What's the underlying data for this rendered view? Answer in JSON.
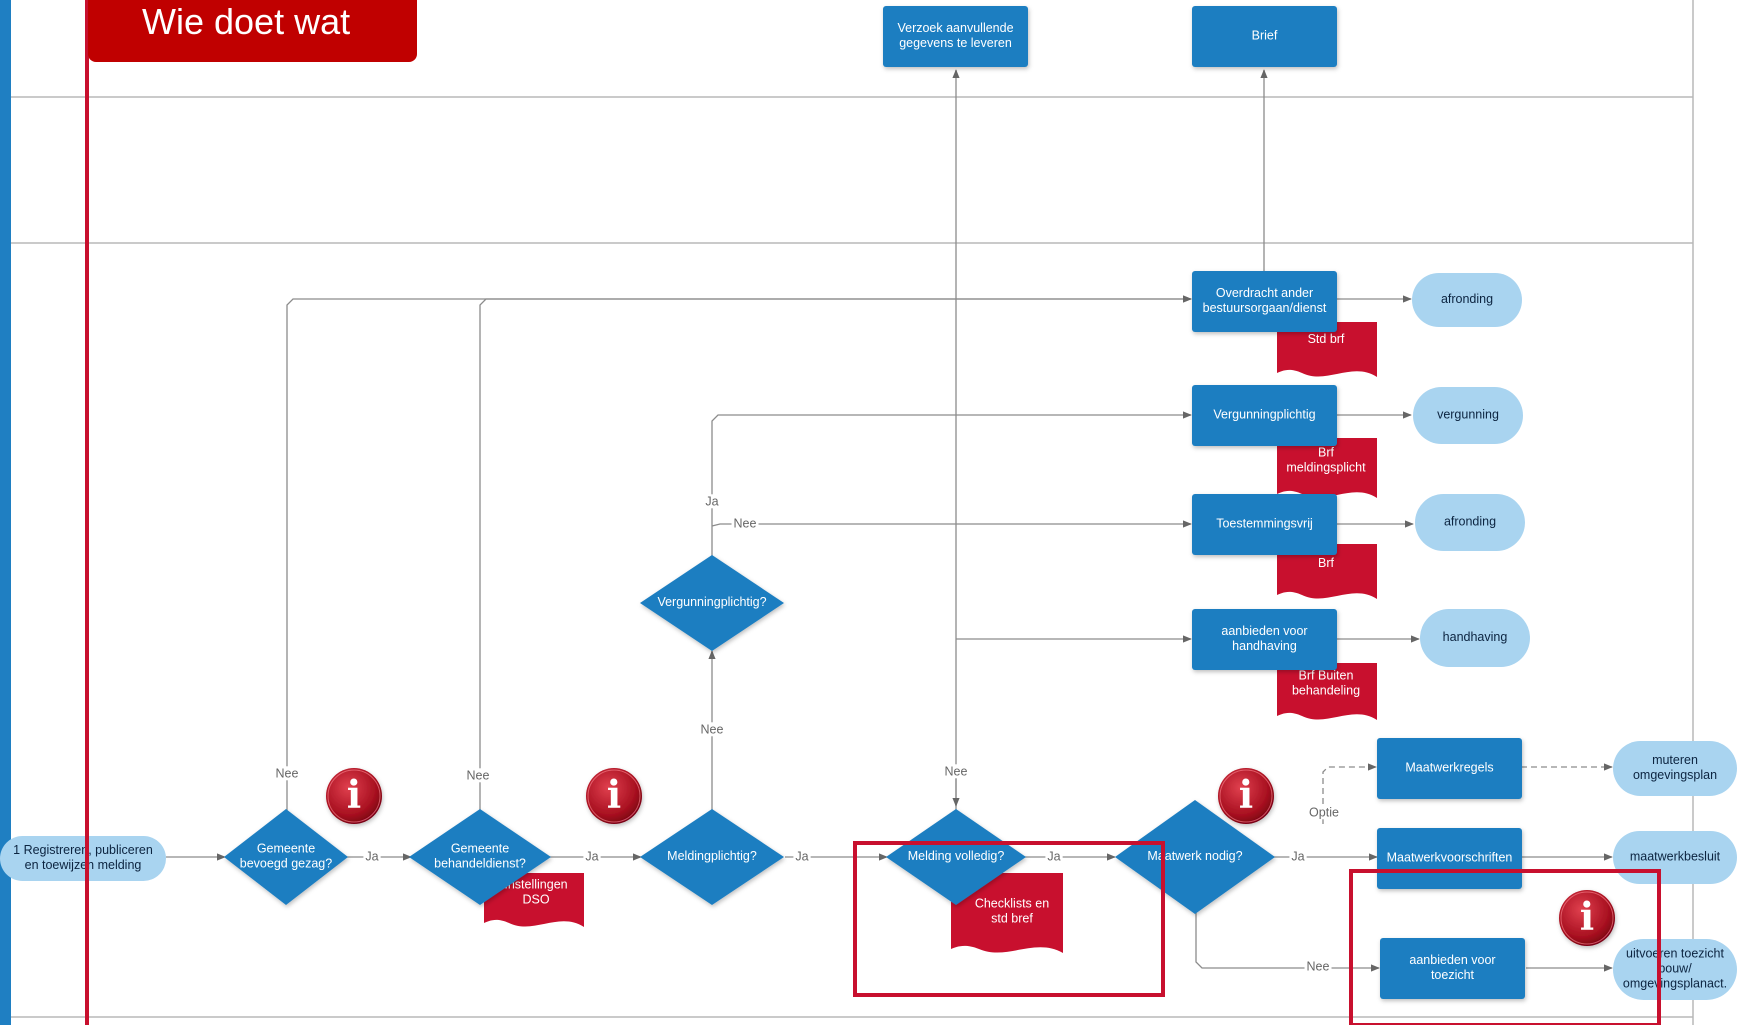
{
  "title": "Wie doet wat",
  "colors": {
    "process_blue": "#1f7ec1",
    "terminal_light_blue": "#a9d4f0",
    "document_red": "#c8102e",
    "highlight_red": "#c8102e",
    "info_red": "#a81020",
    "title_red": "#c00000",
    "connector_gray": "#8c8c8c",
    "lane_line": "#b8b8b8"
  },
  "nodes": {
    "registreren": "1 Registreren, publiceren\nen toewijzen melding",
    "bevoegd_gezag": "Gemeente\nbevoegd gezag?",
    "behandeldienst": "Gemeente\nbehandeldienst?",
    "instellingen_dso": "Instellingen\nDSO",
    "meldingplichtig": "Meldingplichtig?",
    "vergunningplichtig_q": "Vergunningplichtig?",
    "melding_volledig": "Melding volledig?",
    "checklists": "Checklists en\nstd bref",
    "maatwerk_nodig": "Maatwerk nodig?",
    "verzoek": "Verzoek aanvullende\ngegevens te leveren",
    "brief": "Brief",
    "overdracht": "Overdracht ander\nbestuursorgaan/dienst",
    "std_brf": "Std brf",
    "afronding_1": "afronding",
    "vergunningplichtig_box": "Vergunningplichtig",
    "brf_meldingsplicht": "Brf\nmeldingsplicht",
    "vergunning": "vergunning",
    "toestemmingsvrij": "Toestemmingsvrij",
    "brf": "Brf",
    "afronding_2": "afronding",
    "aanbieden_handhaving": "aanbieden voor\nhandhaving",
    "brf_buiten": "Brf Buiten\nbehandeling",
    "handhaving": "handhaving",
    "maatwerkregels": "Maatwerkregels",
    "muteren": "muteren\nomgevingsplan",
    "maatwerkvoorschriften": "Maatwerkvoorschriften",
    "maatwerkbesluit": "maatwerkbesluit",
    "aanbieden_toezicht": "aanbieden voor\ntoezicht",
    "uitvoeren_toezicht": "uitvoeren toezicht\nbouw/\nomgevingsplanact."
  },
  "edge_labels": {
    "ja": "Ja",
    "nee": "Nee",
    "optie": "Optie"
  },
  "info_icon_glyph": "i"
}
